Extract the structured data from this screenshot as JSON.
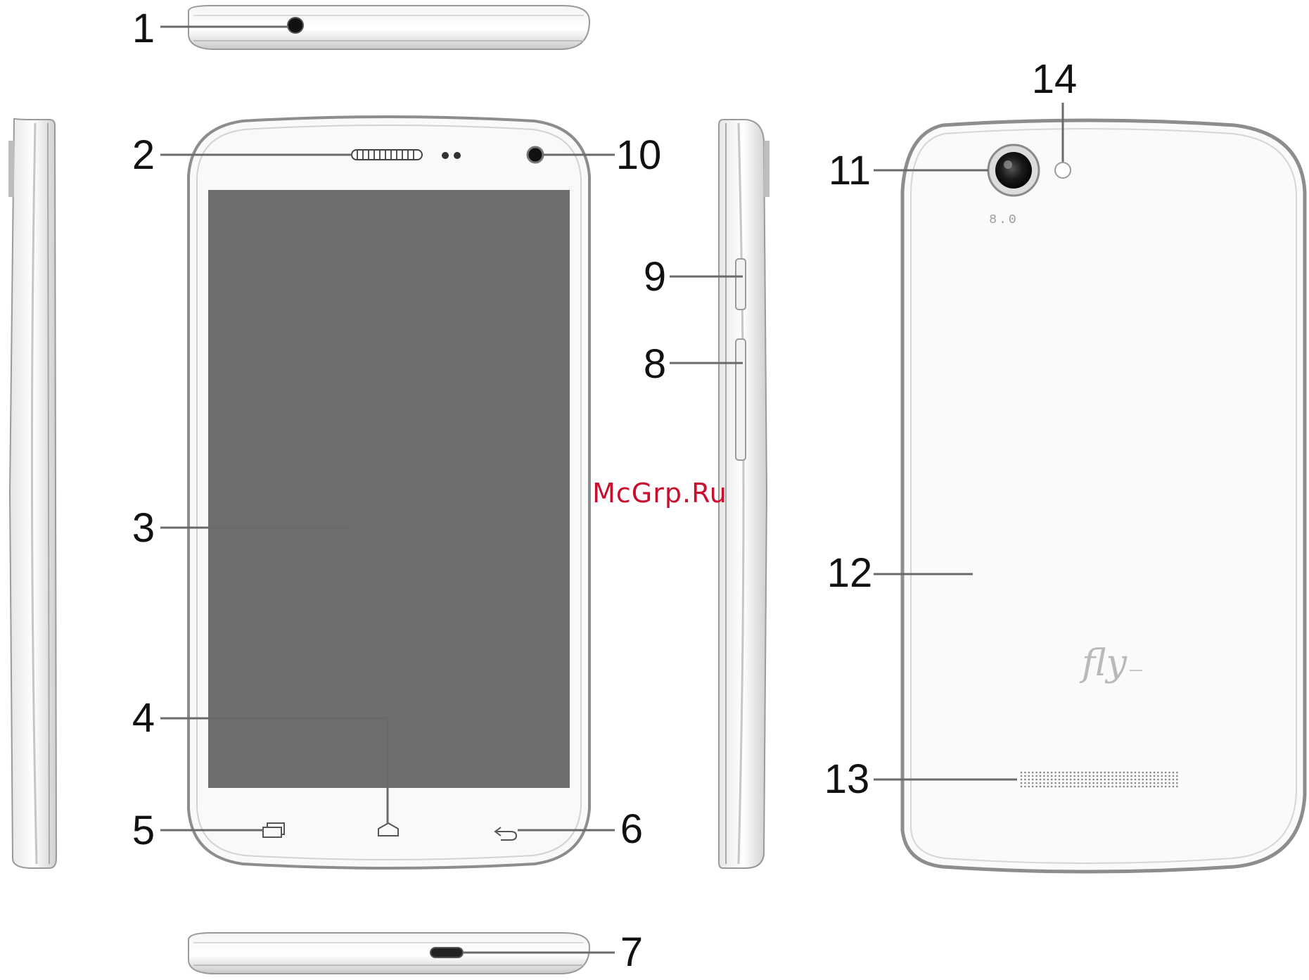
{
  "callouts": {
    "c1": "1",
    "c2": "2",
    "c3": "3",
    "c4": "4",
    "c5": "5",
    "c6": "6",
    "c7": "7",
    "c8": "8",
    "c9": "9",
    "c10": "10",
    "c11": "11",
    "c12": "12",
    "c13": "13",
    "c14": "14"
  },
  "watermark": "McGrp.Ru",
  "back_brand_logo": "fly",
  "camera_badge": "8.0",
  "colors": {
    "body": "#fafafa",
    "frame": "#9a9a9a",
    "screen": "#6e6e6e",
    "watermark": "#c8102e"
  }
}
